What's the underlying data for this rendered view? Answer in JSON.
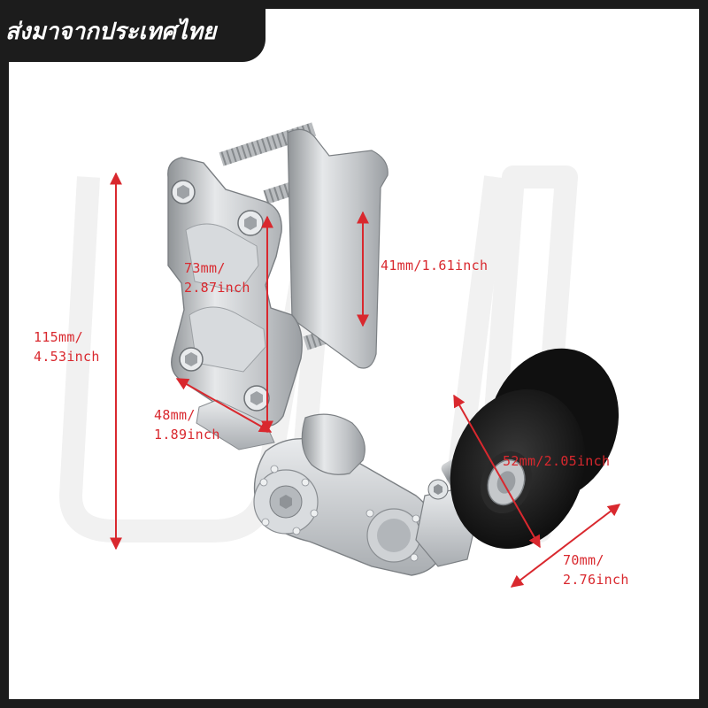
{
  "banner": {
    "text": "ส่งมาจากประเทศไทย"
  },
  "dimensions": {
    "height_total": {
      "line1": "115mm/",
      "line2": "4.53inch"
    },
    "height_bracket": {
      "line1": "73mm/",
      "line2": "2.87inch"
    },
    "width_bracket": {
      "text": "41mm/1.61inch"
    },
    "depth_bracket": {
      "line1": "48mm/",
      "line2": "1.89inch"
    },
    "roller_diameter": {
      "text": "52mm/2.05inch"
    },
    "arm_length": {
      "line1": "70mm/",
      "line2": "2.76inch"
    }
  },
  "colors": {
    "dimension": "#d9282e",
    "frame": "#1c1c1c",
    "aluminum": "#c4c6c8",
    "roller": "#151515"
  },
  "icons": [
    "hex-bolt-icon",
    "double-arrow-icon"
  ]
}
